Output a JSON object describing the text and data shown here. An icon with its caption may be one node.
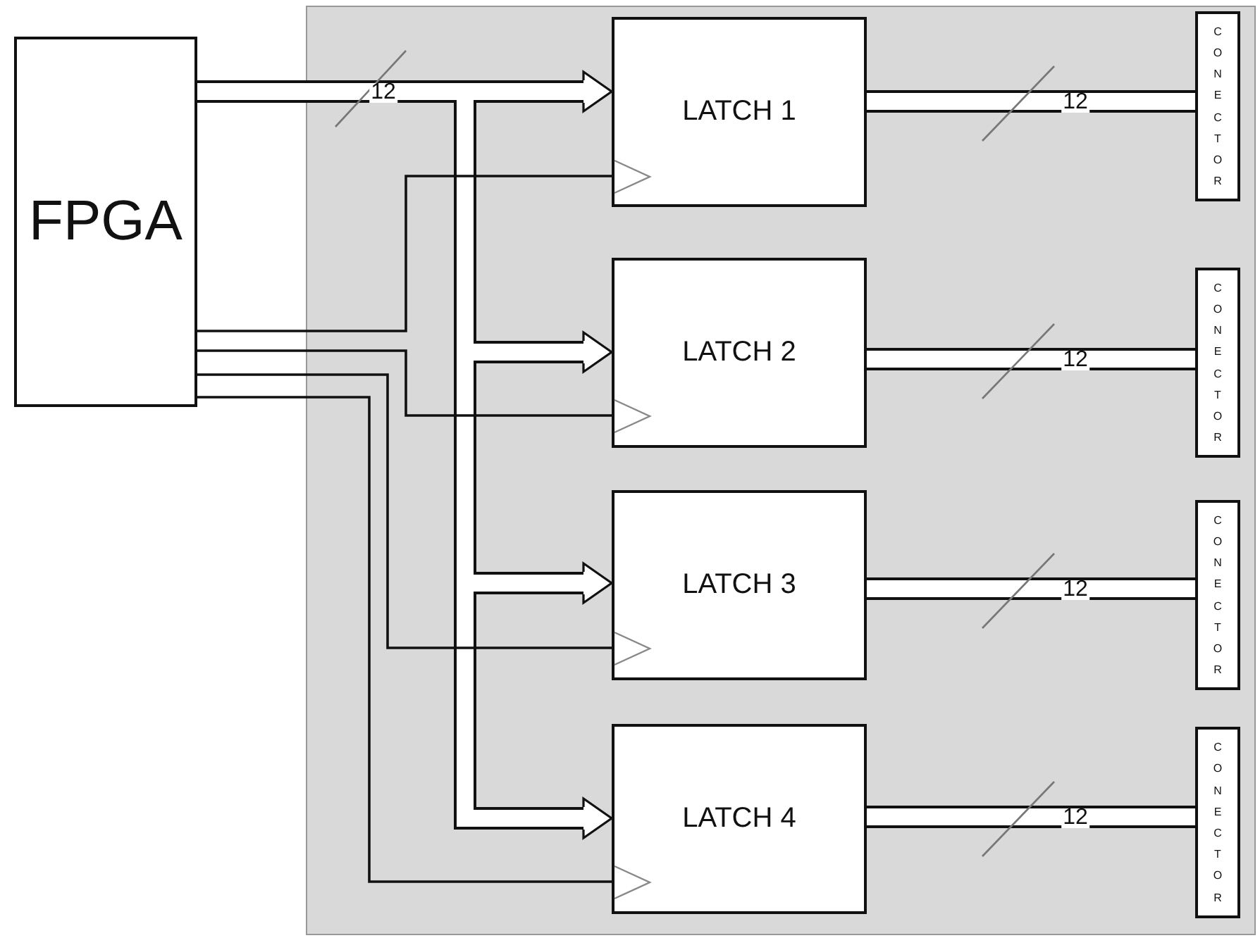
{
  "diagram": {
    "nodes": [
      {
        "text": [
          "FPGA"
        ]
      },
      {
        "text": [
          "LATCH 1"
        ]
      },
      {
        "text": [
          "LATCH 2"
        ]
      },
      {
        "text": [
          "LATCH 3"
        ]
      },
      {
        "text": [
          "LATCH 4"
        ]
      },
      {
        "text": [
          "CONECTOR"
        ]
      },
      {
        "text": [
          "CONECTOR"
        ]
      },
      {
        "text": [
          "CONECTOR"
        ]
      },
      {
        "text": [
          "CONECTOR"
        ]
      }
    ],
    "edges": [
      {
        "from": 0,
        "to": 1,
        "arrow": "to",
        "label": "12"
      },
      {
        "from": 0,
        "to": 2,
        "arrow": "to"
      },
      {
        "from": 0,
        "to": 3,
        "arrow": "to"
      },
      {
        "from": 0,
        "to": 4,
        "arrow": "to"
      },
      {
        "from": 0,
        "to": 1,
        "arrow": "none"
      },
      {
        "from": 0,
        "to": 2,
        "arrow": "none"
      },
      {
        "from": 0,
        "to": 3,
        "arrow": "none"
      },
      {
        "from": 0,
        "to": 4,
        "arrow": "none"
      },
      {
        "from": 1,
        "to": 5,
        "arrow": "none",
        "label": "12"
      },
      {
        "from": 2,
        "to": 6,
        "arrow": "none",
        "label": "12"
      },
      {
        "from": 3,
        "to": 7,
        "arrow": "none",
        "label": "12"
      },
      {
        "from": 4,
        "to": 8,
        "arrow": "none",
        "label": "12"
      }
    ]
  }
}
